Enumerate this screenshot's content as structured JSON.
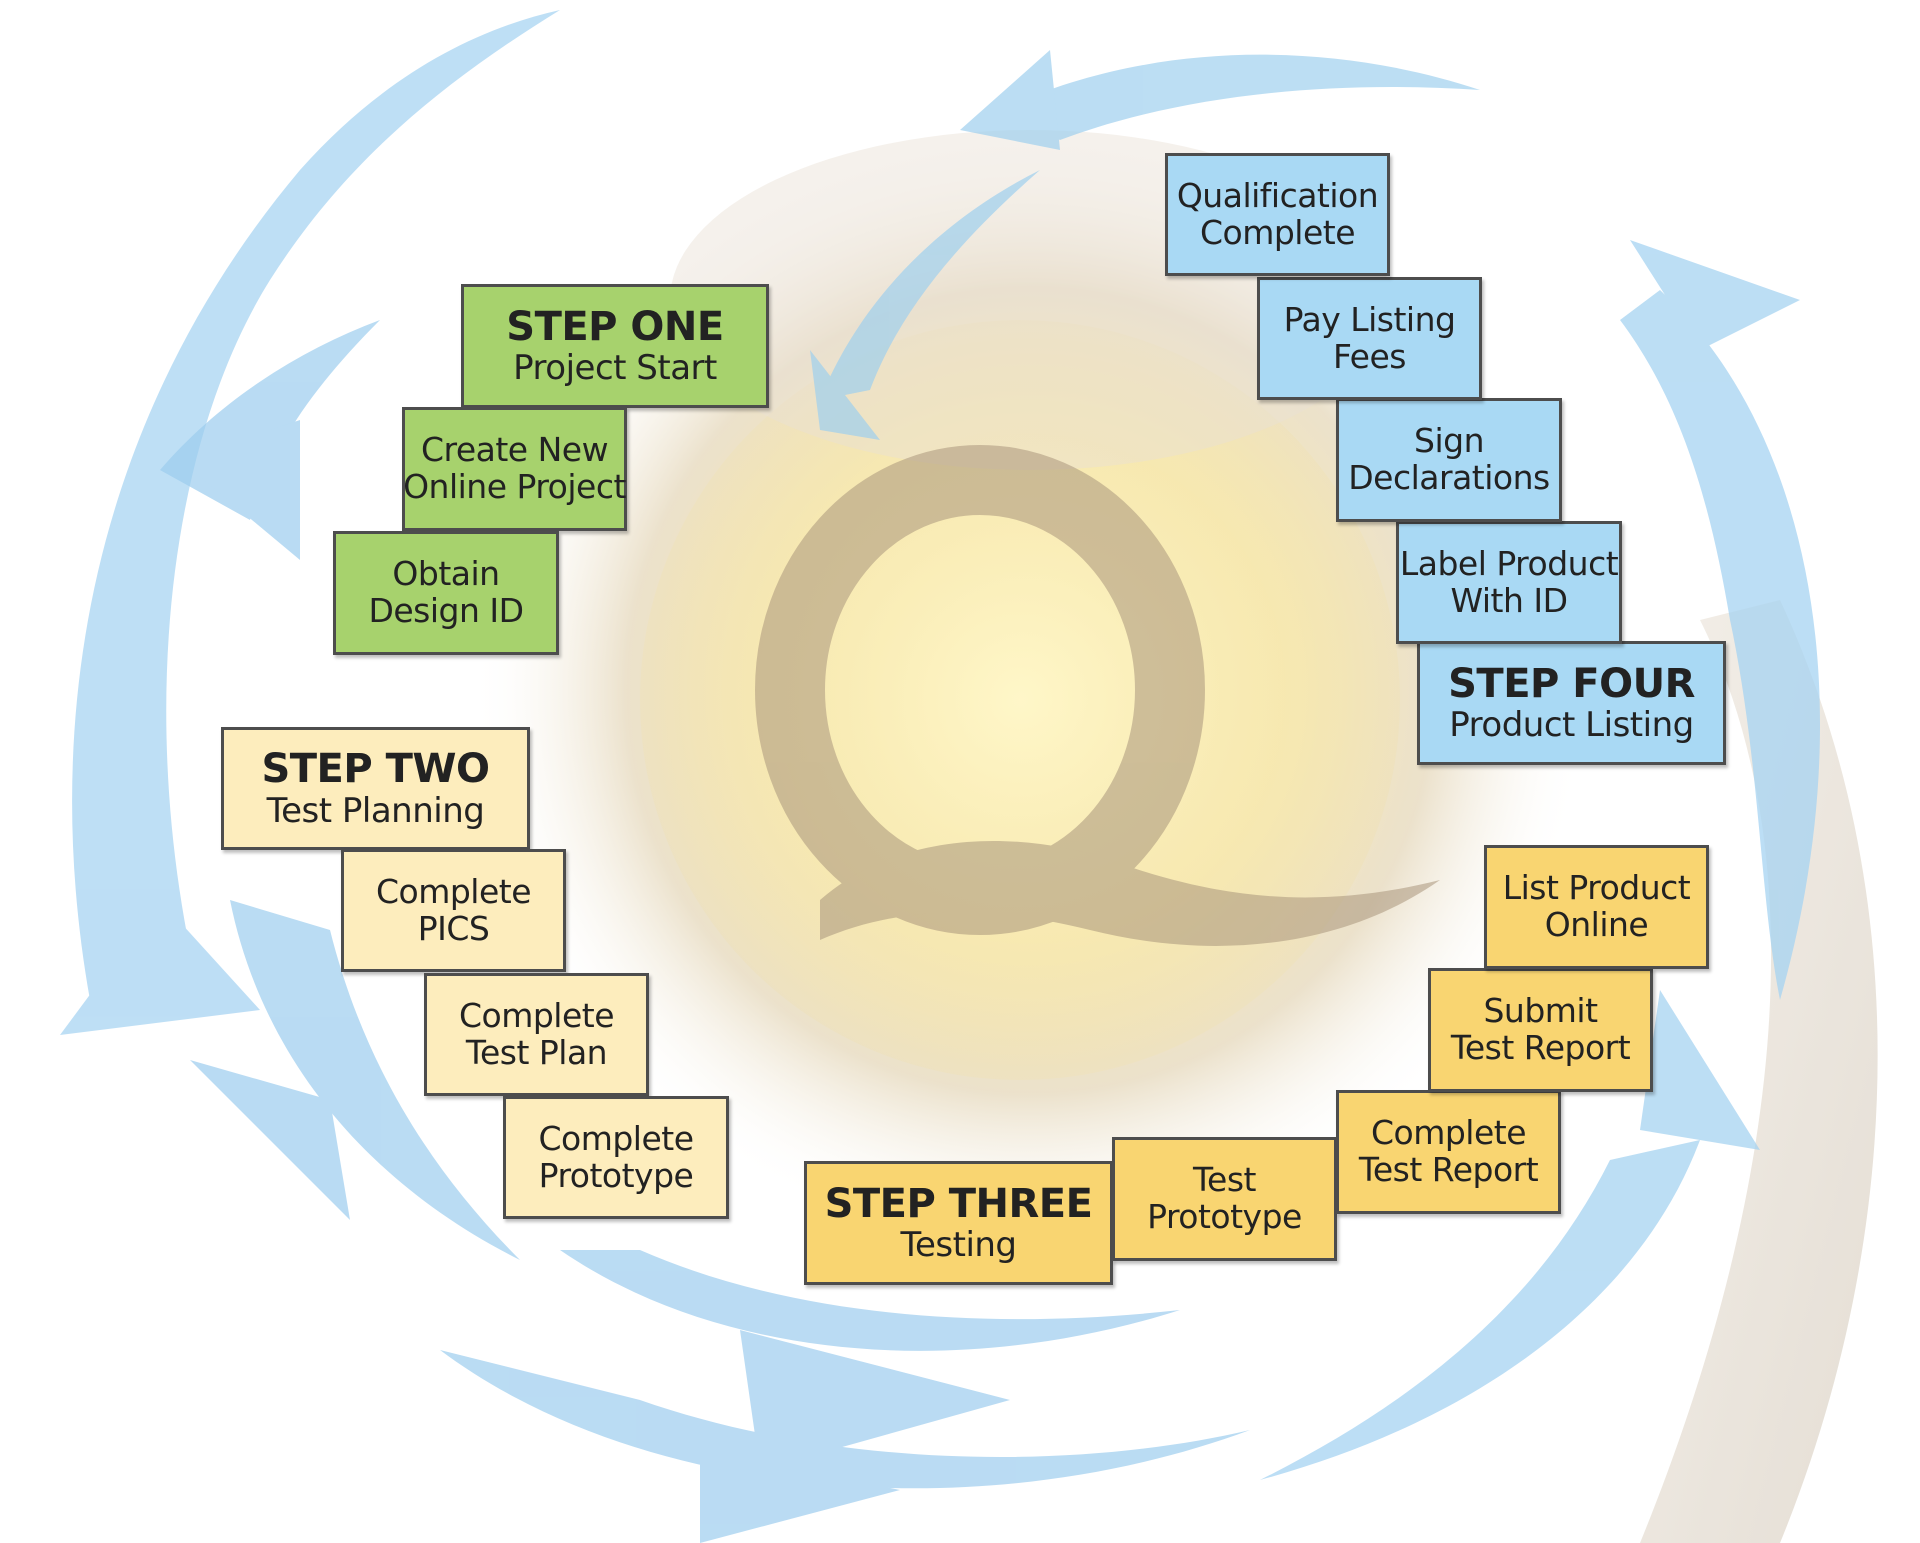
{
  "diagram": {
    "center_logo": "Q",
    "colors": {
      "step_one": "#a7d26d",
      "step_two": "#fdedbd",
      "step_three": "#f9d571",
      "step_four": "#a9d9f4",
      "arrows": "#9fd0ee"
    },
    "step_one": {
      "title": "STEP ONE",
      "subtitle": "Project Start",
      "tasks": [
        {
          "line1": "Create New",
          "line2": "Online Project"
        },
        {
          "line1": "Obtain",
          "line2": "Design ID"
        }
      ]
    },
    "step_two": {
      "title": "STEP TWO",
      "subtitle": "Test Planning",
      "tasks": [
        {
          "line1": "Complete",
          "line2": "PICS"
        },
        {
          "line1": "Complete",
          "line2": "Test Plan"
        },
        {
          "line1": "Complete",
          "line2": "Prototype"
        }
      ]
    },
    "step_three": {
      "title": "STEP THREE",
      "subtitle": "Testing",
      "tasks": [
        {
          "line1": "Test",
          "line2": "Prototype"
        },
        {
          "line1": "Complete",
          "line2": "Test Report"
        },
        {
          "line1": "Submit",
          "line2": "Test Report"
        },
        {
          "line1": "List Product",
          "line2": "Online"
        }
      ]
    },
    "step_four": {
      "title": "STEP FOUR",
      "subtitle": "Product Listing",
      "tasks": [
        {
          "line1": "Label Product",
          "line2": "With ID"
        },
        {
          "line1": "Sign",
          "line2": "Declarations"
        },
        {
          "line1": "Pay Listing",
          "line2": "Fees"
        },
        {
          "line1": "Qualification",
          "line2": "Complete"
        }
      ]
    }
  }
}
